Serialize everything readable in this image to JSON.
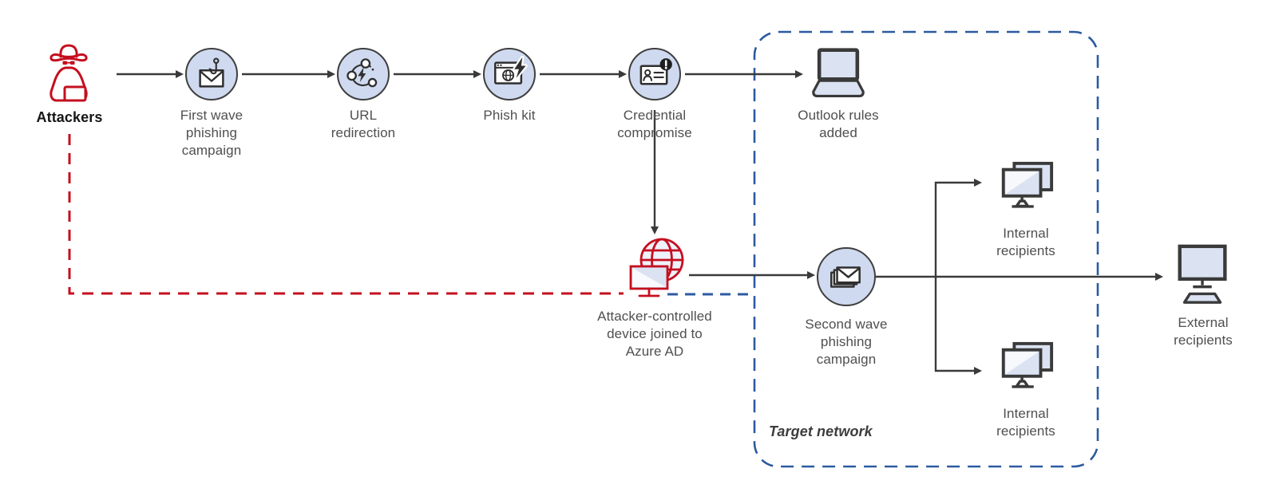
{
  "colors": {
    "attacker_red": "#c50f1f",
    "network_blue": "#2c5aa0",
    "node_fill": "#cfdaf0",
    "device_fill": "#dbe3f2",
    "arrow_gray": "#3a3a3a",
    "label_gray": "#4f4f4f"
  },
  "nodes": {
    "attackers": {
      "label": "Attackers",
      "icon": "spy-icon"
    },
    "first_wave": {
      "label": "First wave\nphishing\ncampaign",
      "icon": "phishing-mail-icon"
    },
    "url_redirection": {
      "label": "URL\nredirection",
      "icon": "url-redirect-icon"
    },
    "phish_kit": {
      "label": "Phish kit",
      "icon": "phish-kit-icon"
    },
    "credential_compromise": {
      "label": "Credential\ncompromise",
      "icon": "credential-alert-icon"
    },
    "outlook_rules": {
      "label": "Outlook rules\nadded",
      "icon": "laptop-icon"
    },
    "attacker_device": {
      "label": "Attacker-controlled\ndevice joined to\nAzure AD",
      "icon": "attacker-device-globe-icon"
    },
    "second_wave": {
      "label": "Second wave\nphishing\ncampaign",
      "icon": "mail-stack-icon"
    },
    "internal_recipients_top": {
      "label": "Internal\nrecipients",
      "icon": "workstation-icon"
    },
    "internal_recipients_bottom": {
      "label": "Internal\nrecipients",
      "icon": "workstation-icon"
    },
    "external_recipients": {
      "label": "External\nrecipients",
      "icon": "desktop-icon"
    }
  },
  "target_network": {
    "label": "Target network"
  }
}
